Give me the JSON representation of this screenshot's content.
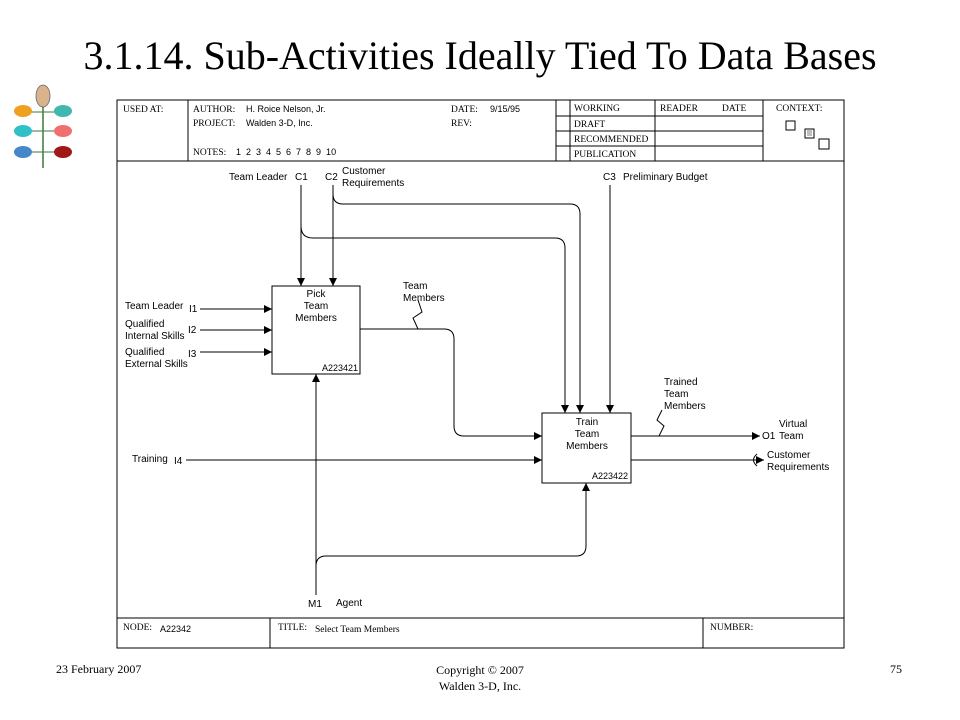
{
  "slide": {
    "title": "3.1.14.  Sub-Activities Ideally Tied To Data Bases",
    "footer_date": "23 February 2007",
    "footer_copyright": "Copyright © 2007",
    "footer_company": "Walden 3-D, Inc.",
    "page_number": "75"
  },
  "logo": {
    "colors": [
      "#d9b38c",
      "#e8a898",
      "#f0a020",
      "#40b8b0",
      "#30c0c8",
      "#f07070",
      "#4488c8",
      "#a01818"
    ]
  },
  "header": {
    "used_at_label": "USED AT:",
    "author_label": "AUTHOR:",
    "author_value": "H. Roice Nelson, Jr.",
    "project_label": "PROJECT:",
    "project_value": "Walden 3-D, Inc.",
    "notes_label": "NOTES:",
    "notes_numbers": "1  2  3  4  5  6  7  8  9  10",
    "date_label": "DATE:",
    "date_value": "9/15/95",
    "rev_label": "REV:",
    "status": [
      "WORKING",
      "DRAFT",
      "RECOMMENDED",
      "PUBLICATION"
    ],
    "reader_label": "READER",
    "reader_date_label": "DATE",
    "context_label": "CONTEXT:"
  },
  "diagram": {
    "box1": {
      "lines": [
        "Pick",
        "Team",
        "Members"
      ],
      "node": "A223421"
    },
    "box2": {
      "lines": [
        "Train",
        "Team",
        "Members"
      ],
      "node": "A223422"
    },
    "controls": {
      "c1_name": "Team Leader",
      "c1_code": "C1",
      "c2_code": "C2",
      "c2_name_1": "Customer",
      "c2_name_2": "Requirements",
      "c3_code": "C3",
      "c3_name": "Preliminary Budget"
    },
    "inputs": {
      "i1_name": "Team Leader",
      "i1_code": "I1",
      "i2_name_1": "Qualified",
      "i2_name_2": "Internal Skills",
      "i2_code": "I2",
      "i3_name_1": "Qualified",
      "i3_name_2": "External Skills",
      "i3_code": "I3",
      "i4_name": "Training",
      "i4_code": "I4"
    },
    "mechanism": {
      "m1_code": "M1",
      "m1_name": "Agent"
    },
    "arrow_labels": {
      "team_members_1": "Team",
      "team_members_2": "Members",
      "trained_1": "Trained",
      "trained_2": "Team",
      "trained_3": "Members"
    },
    "outputs": {
      "o1_name_1": "Virtual",
      "o1_code": "O1",
      "o1_name_2": "Team",
      "out2_name_1": "Customer",
      "out2_name_2": "Requirements"
    }
  },
  "footer_bar": {
    "node_label": "NODE:",
    "node_value": "A22342",
    "title_label": "TITLE:",
    "title_value": "Select Team Members",
    "number_label": "NUMBER:"
  }
}
